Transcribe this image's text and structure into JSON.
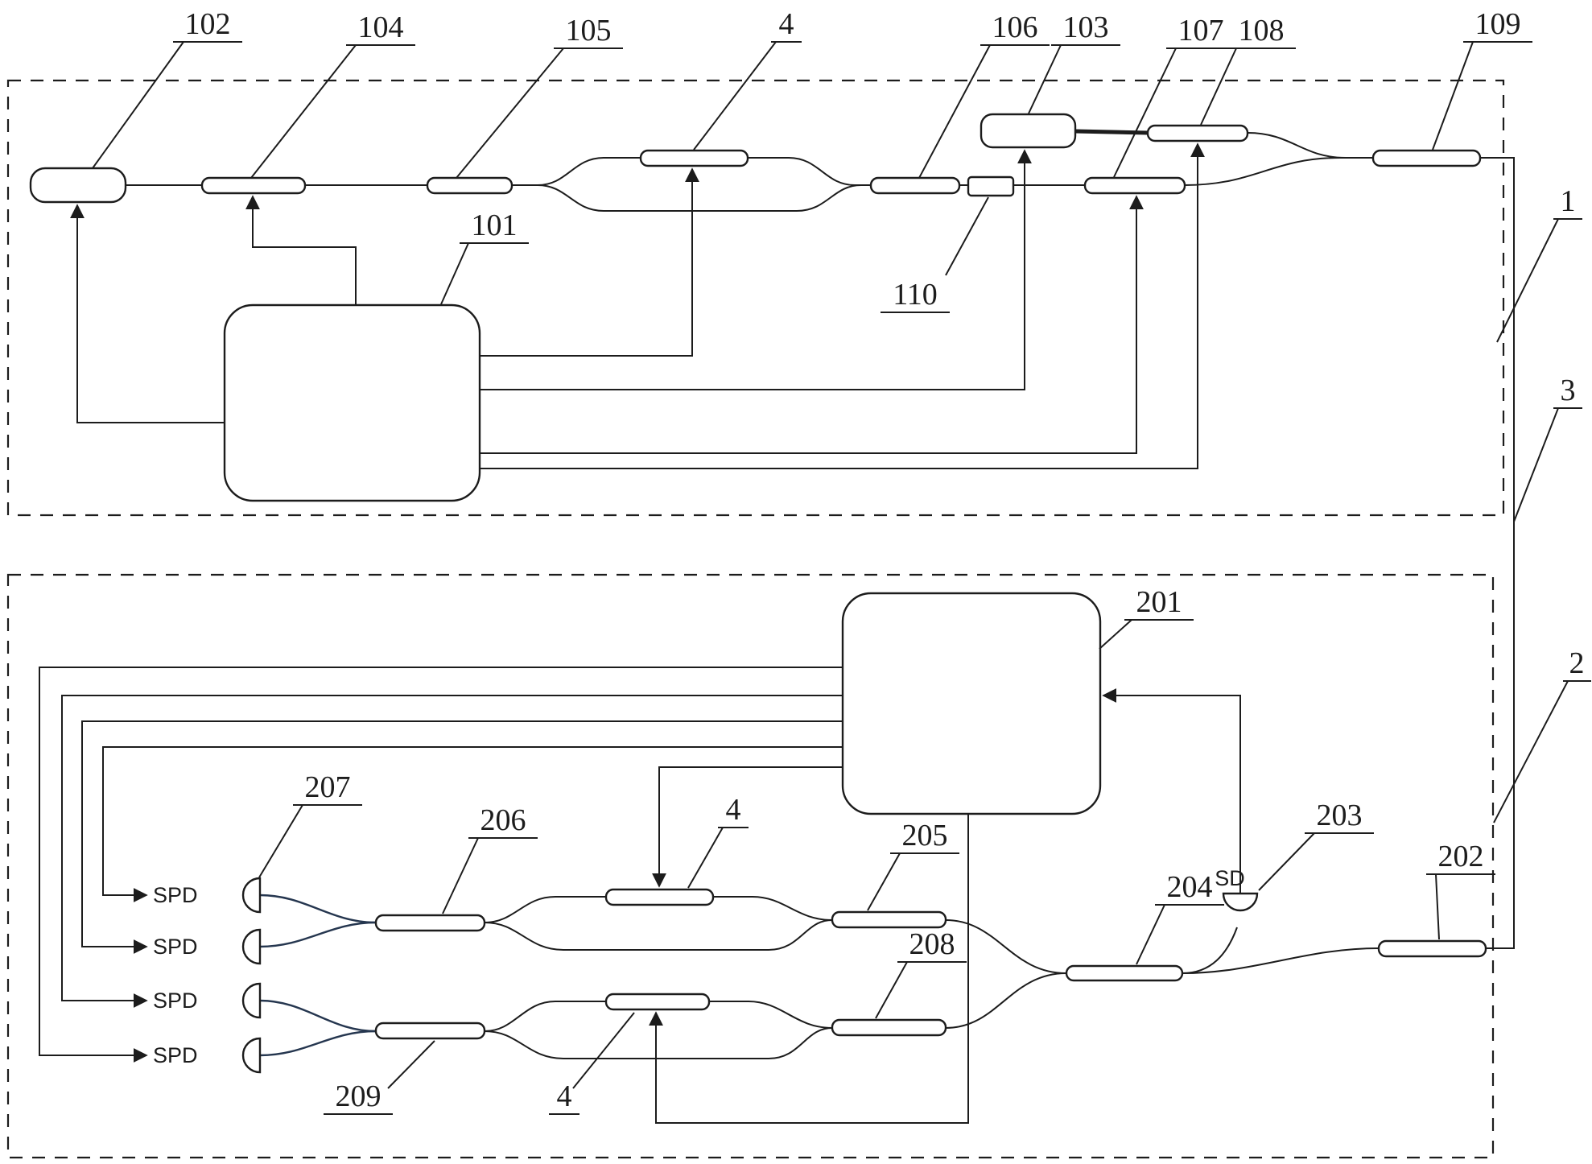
{
  "colors": {
    "ink": "#1c1c1c",
    "paper": "#ffffff",
    "fiber": "#25364f"
  },
  "labels": {
    "n102": "102",
    "n104": "104",
    "n105": "105",
    "n4_top": "4",
    "n106": "106",
    "n103": "103",
    "n107": "107",
    "n108": "108",
    "n109": "109",
    "n101": "101",
    "n110": "110",
    "n1": "1",
    "n3": "3",
    "n201": "201",
    "n207": "207",
    "n206": "206",
    "n4_mid": "4",
    "n205": "205",
    "n204": "204",
    "n203": "203",
    "n202": "202",
    "n208": "208",
    "n209": "209",
    "n4_low": "4",
    "n2": "2",
    "sd": "SD",
    "spd1": "SPD",
    "spd2": "SPD",
    "spd3": "SPD",
    "spd4": "SPD"
  }
}
